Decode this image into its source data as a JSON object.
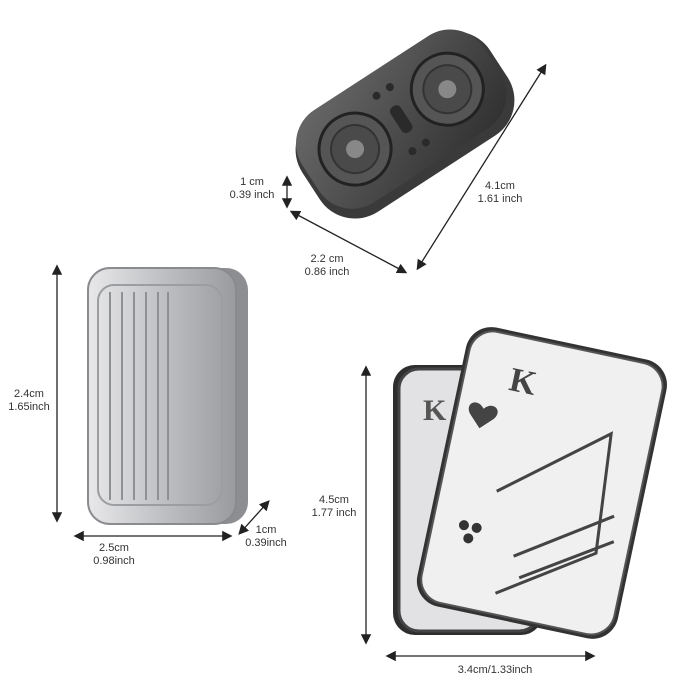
{
  "products": {
    "twin_button": {
      "height": {
        "cm": "1 cm",
        "inch": "0.39 inch"
      },
      "width": {
        "cm": "2.2 cm",
        "inch": "0.86 inch"
      },
      "length": {
        "cm": "4.1cm",
        "inch": "1.61 inch"
      }
    },
    "ribbed_block": {
      "height": {
        "cm": "2.4cm",
        "inch": "1.65inch"
      },
      "width": {
        "cm": "2.5cm",
        "inch": "0.98inch"
      },
      "depth": {
        "cm": "1cm",
        "inch": "0.39inch"
      }
    },
    "playing_cards": {
      "height": {
        "cm": "4.5cm",
        "inch": "1.77 inch"
      },
      "width": "3.4cm/1.33inch",
      "card_rank": "K"
    }
  },
  "colors": {
    "background": "#ffffff",
    "text": "#333333",
    "metal_dark": "#4a4a4a",
    "metal_light": "#d4d4d6"
  }
}
